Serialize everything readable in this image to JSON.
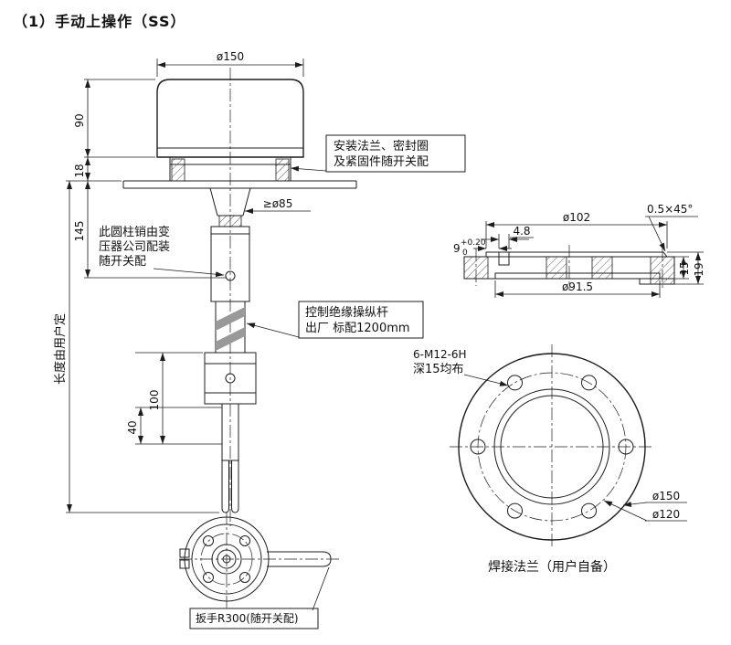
{
  "title": "（1）手动上操作（SS）",
  "main": {
    "d150": "ø150",
    "d90": "90",
    "d18": "18",
    "d145": "145",
    "d100": "100",
    "d40": "40",
    "min_d85": "≥ø85",
    "user_length": "长度由用户定",
    "flange_note1": "安装法兰、密封圈",
    "flange_note2": "及紧固件随开关配",
    "pin_note1": "此圆柱销由变",
    "pin_note2": "压器公司配装",
    "pin_note3": "随开关配",
    "rod_note1": "控制绝缘操纵杆",
    "rod_note2": "出厂 标配1200mm"
  },
  "section": {
    "d102": "ø102",
    "w48": "4.8",
    "chamfer": "0.5×45°",
    "depth9": "9",
    "tol_up": "+0.20",
    "tol_dn": "0",
    "d915": "ø91.5",
    "h15": "15",
    "h19": "19"
  },
  "flange": {
    "holes1": "6-M12-6H",
    "holes2": "深15均布",
    "d150": "ø150",
    "d120": "ø120",
    "caption": "焊接法兰（用户自备）"
  },
  "handle": {
    "label": "扳手R300(随开关配)"
  }
}
